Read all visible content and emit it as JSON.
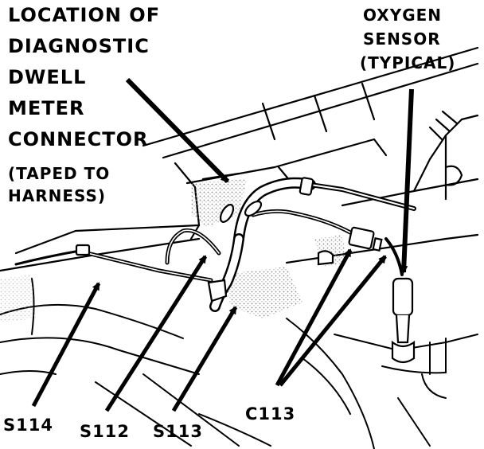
{
  "callouts": {
    "diagnostic_connector": [
      "LOCATION OF",
      "DIAGNOSTIC",
      "DWELL",
      "METER",
      "CONNECTOR",
      "(TAPED TO",
      "HARNESS)"
    ],
    "oxygen_sensor": [
      "OXYGEN",
      "SENSOR",
      "(TYPICAL)"
    ],
    "s114": "S114",
    "s112": "S112",
    "s113": "S113",
    "c113": "C113"
  },
  "colors": {
    "ink": "#000000",
    "paper": "#ffffff",
    "stipple": "#9a9a9a"
  }
}
